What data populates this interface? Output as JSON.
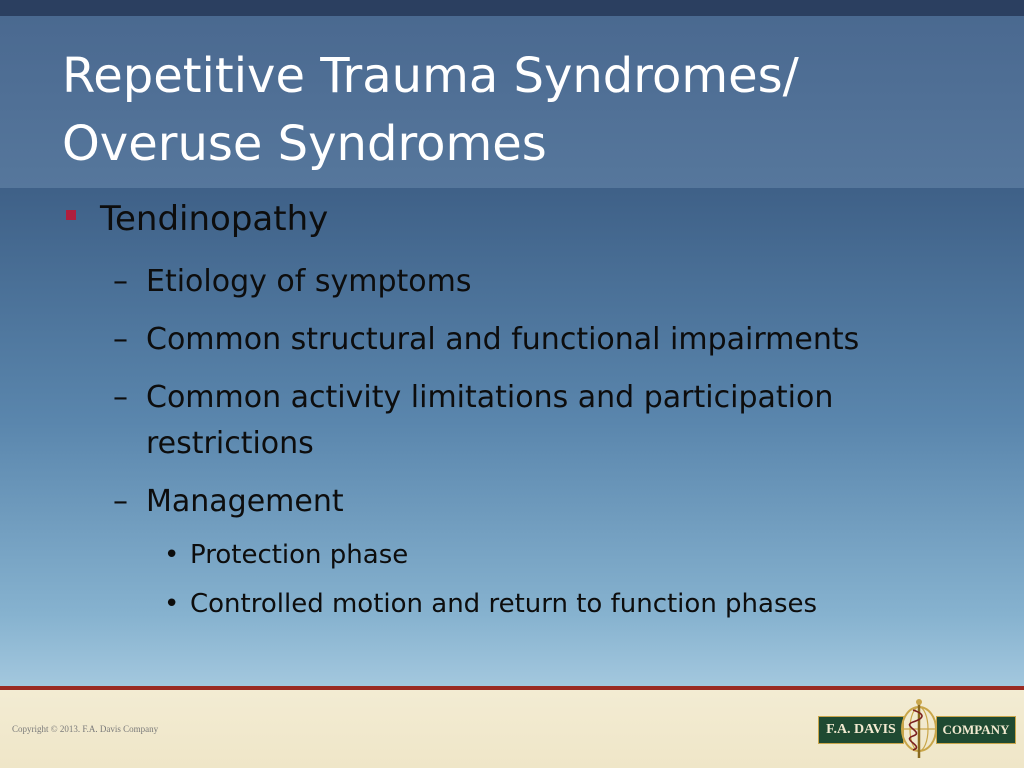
{
  "slide": {
    "title_lines": [
      "Repetitive Trauma Syndromes/",
      "Overuse Syndromes"
    ],
    "bullet": "Tendinopathy",
    "sub_items": [
      "Etiology of symptoms",
      "Common structural and functional impairments",
      "Common activity limitations and participation restrictions",
      "Management"
    ],
    "sub_sub_items": [
      "Protection phase",
      "Controlled motion and return to function phases"
    ],
    "dash_glyph": "–",
    "dot_glyph": "•"
  },
  "footer": {
    "copyright": "Copyright ©  2013. F.A. Davis Company",
    "logo_left": "F.A. DAVIS",
    "logo_right": "COMPANY"
  },
  "colors": {
    "bullet_square": "#b01e3d",
    "footer_rule": "#9a2a22",
    "logo_green": "#1f4a32"
  }
}
